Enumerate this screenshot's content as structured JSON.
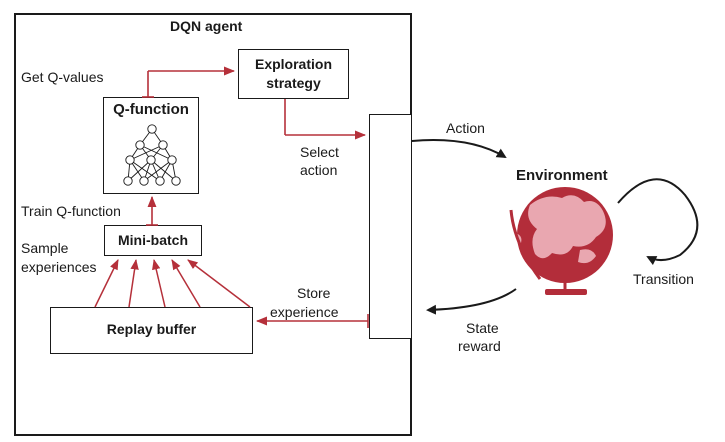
{
  "agent": {
    "title": "DQN agent"
  },
  "qfunction": {
    "label": "Q-function"
  },
  "exploration": {
    "line1": "Exploration",
    "line2": "strategy"
  },
  "minibatch": {
    "label": "Mini-batch"
  },
  "replay": {
    "label": "Replay buffer"
  },
  "environment": {
    "label": "Environment"
  },
  "edges": {
    "get_q": "Get Q-values",
    "select_action_1": "Select",
    "select_action_2": "action",
    "train_q": "Train Q-function",
    "sample_1": "Sample",
    "sample_2": "experiences",
    "store_1": "Store",
    "store_2": "experience",
    "action": "Action",
    "state_1": "State",
    "state_2": "reward",
    "transition": "Transition"
  },
  "colors": {
    "red": "#b5303a",
    "dark": "#1a1a1a",
    "globe": "#b32d3a",
    "globe_land": "#e9a7b0"
  }
}
